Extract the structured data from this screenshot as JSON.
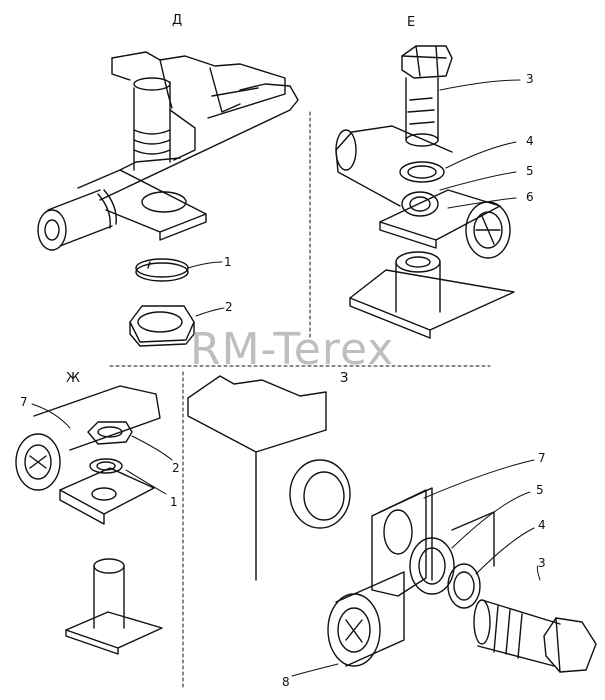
{
  "sections": {
    "d": "Д",
    "e": "Е",
    "zh": "Ж",
    "z": "З"
  },
  "callouts": {
    "d_1": "1",
    "d_2": "2",
    "e_3": "3",
    "e_4": "4",
    "e_5": "5",
    "e_6": "6",
    "zh_7": "7",
    "zh_2": "2",
    "zh_1": "1",
    "z_7": "7",
    "z_5": "5",
    "z_4": "4",
    "z_3": "3",
    "z_8": "8"
  },
  "watermark": "RM-Terex",
  "colors": {
    "ink": "#111111",
    "paper": "#ffffff",
    "watermark": "#a9a9a9"
  }
}
